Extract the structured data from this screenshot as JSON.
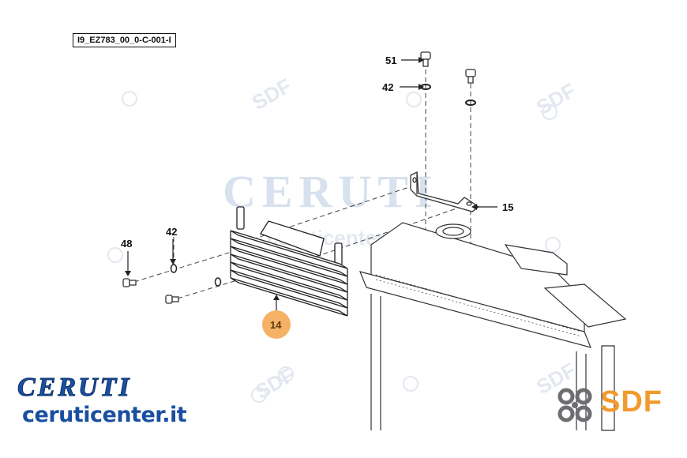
{
  "drawing": {
    "reference_code": "I9_EZ783_00_0-C-001-I"
  },
  "callouts": [
    {
      "id": "51",
      "label": "51"
    },
    {
      "id": "42a",
      "label": "42"
    },
    {
      "id": "15",
      "label": "15"
    },
    {
      "id": "48",
      "label": "48"
    },
    {
      "id": "42b",
      "label": "42"
    },
    {
      "id": "14",
      "label": "14",
      "highlighted": true
    }
  ],
  "watermarks": {
    "brand": "CERUTI",
    "brand_sub": "ceruticenter",
    "sdf": "SDF"
  },
  "branding": {
    "name": "CERUTI",
    "website": "ceruticenter.it",
    "sdf_label": "SDF",
    "colors": {
      "ceruti_blue": "#1a4fa0",
      "sdf_orange": "#f29a2e",
      "sdf_gray": "#6d6e71",
      "highlight": "#f5b267"
    }
  }
}
